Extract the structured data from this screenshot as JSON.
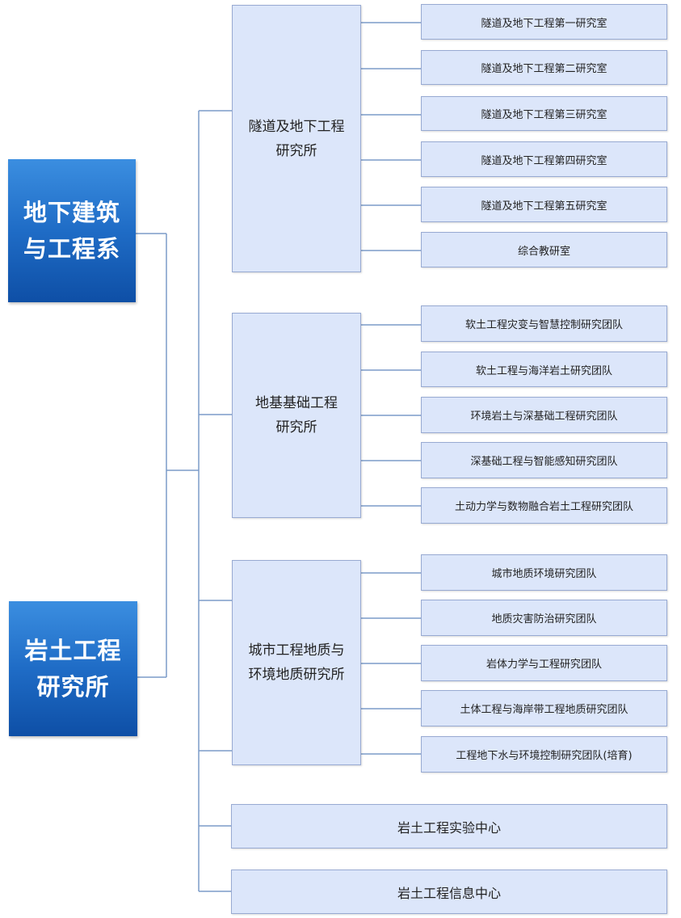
{
  "roots": [
    {
      "line1": "地下建筑",
      "line2": "与工程系"
    },
    {
      "line1": "岩土工程",
      "line2": "研究所"
    }
  ],
  "institutes": [
    {
      "line1": "隧道及地下工程",
      "line2": "研究所",
      "children": [
        "隧道及地下工程第一研究室",
        "隧道及地下工程第二研究室",
        "隧道及地下工程第三研究室",
        "隧道及地下工程第四研究室",
        "隧道及地下工程第五研究室",
        "综合教研室"
      ]
    },
    {
      "line1": "地基基础工程",
      "line2": "研究所",
      "children": [
        "软土工程灾变与智慧控制研究团队",
        "软土工程与海洋岩土研究团队",
        "环境岩土与深基础工程研究团队",
        "深基础工程与智能感知研究团队",
        "土动力学与数物融合岩土工程研究团队"
      ]
    },
    {
      "line1": "城市工程地质与",
      "line2": "环境地质研究所",
      "children": [
        "城市地质环境研究团队",
        "地质灾害防治研究团队",
        "岩体力学与工程研究团队",
        "土体工程与海岸带工程地质研究团队",
        "工程地下水与环境控制研究团队(培育)"
      ]
    }
  ],
  "centers": [
    "岩土工程实验中心",
    "岩土工程信息中心"
  ]
}
